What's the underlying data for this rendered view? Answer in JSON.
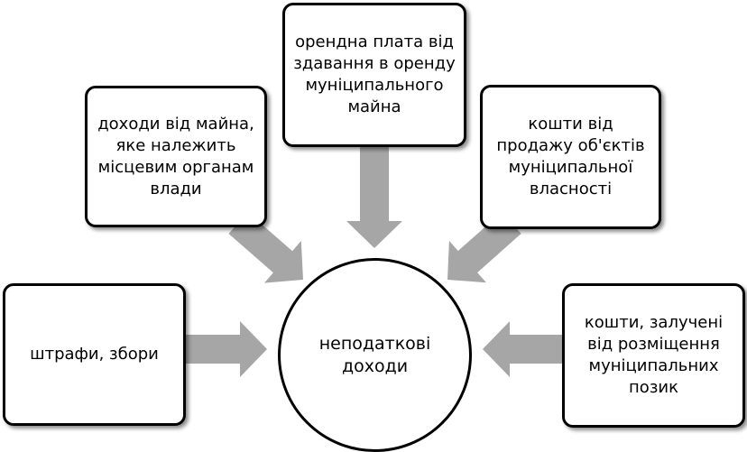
{
  "colors": {
    "arrow": "#a6a6a6",
    "border": "#000000",
    "background": "#ffffff"
  },
  "center": {
    "label": "неподаткові доходи"
  },
  "nodes": {
    "rent": "орендна плата від здавання в оренду муніципального майна",
    "property": "доходи від майна, яке належить місцевим органам влади",
    "sale": "кошти від продажу об'єктів муніципальної власності",
    "fines": "штрафи, збори",
    "loans": "кошти, залучені від розміщення муніципальних позик"
  }
}
